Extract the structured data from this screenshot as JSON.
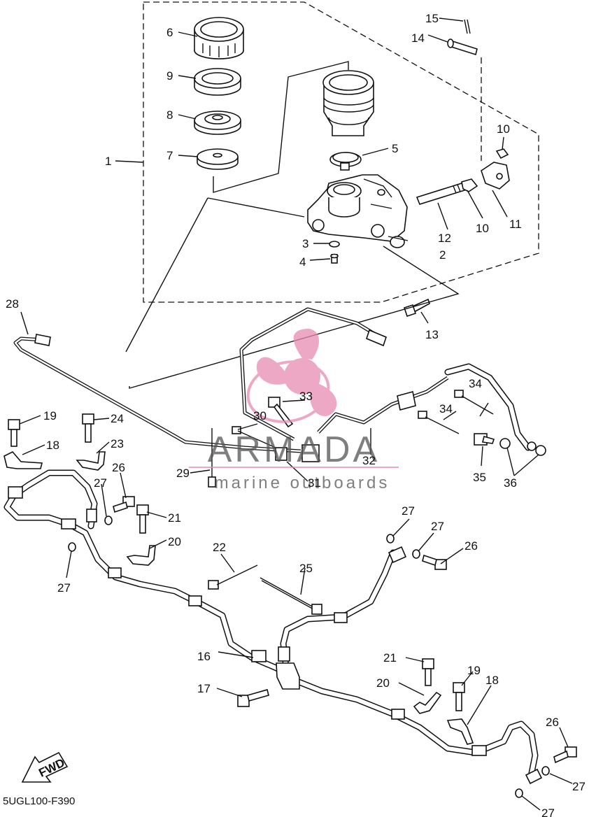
{
  "diagram_code": "5UGL100-F390",
  "fwd_label": "FWD",
  "watermark": {
    "brand": "ARMADA",
    "tagline": "marine outboards",
    "accent_color": "#e78bb3"
  },
  "part_numbers": [
    "1",
    "2",
    "3",
    "4",
    "5",
    "6",
    "7",
    "8",
    "9",
    "10",
    "10",
    "11",
    "12",
    "13",
    "14",
    "15",
    "16",
    "17",
    "18",
    "18",
    "19",
    "19",
    "20",
    "20",
    "21",
    "21",
    "22",
    "23",
    "24",
    "25",
    "26",
    "26",
    "26",
    "27",
    "27",
    "27",
    "27",
    "27",
    "27",
    "28",
    "29",
    "30",
    "31",
    "32",
    "33",
    "34",
    "34",
    "35",
    "36"
  ]
}
